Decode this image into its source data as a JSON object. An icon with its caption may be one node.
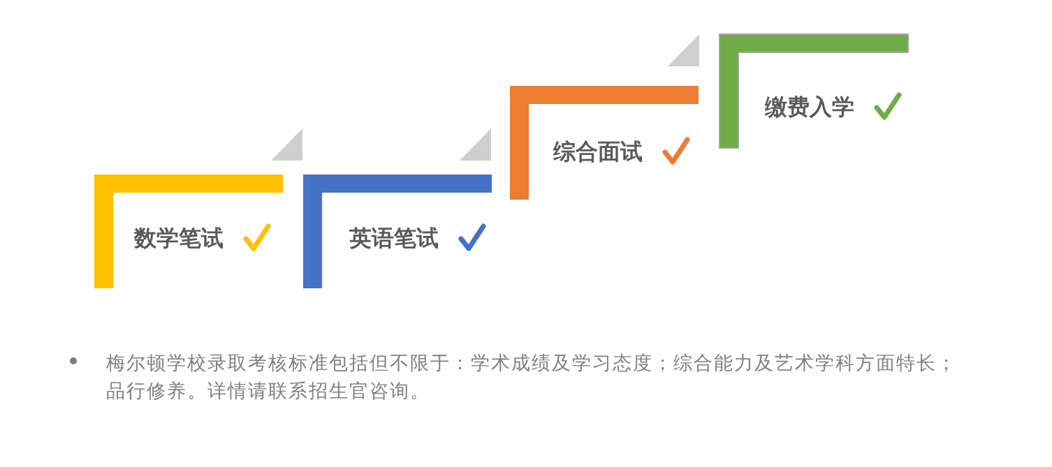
{
  "diagram": {
    "nodes": [
      {
        "text": [
          "数学笔试"
        ]
      },
      {
        "text": [
          "英语笔试"
        ]
      },
      {
        "text": [
          "综合面试"
        ]
      },
      {
        "text": [
          "缴费入学"
        ]
      }
    ],
    "labels": [
      "梅尔顿学校录取考核标准包括但不限于：学术成绩及学习态度；综合能力及艺术学科方面特长；品行修养。详情请联系招生官咨询。"
    ]
  }
}
